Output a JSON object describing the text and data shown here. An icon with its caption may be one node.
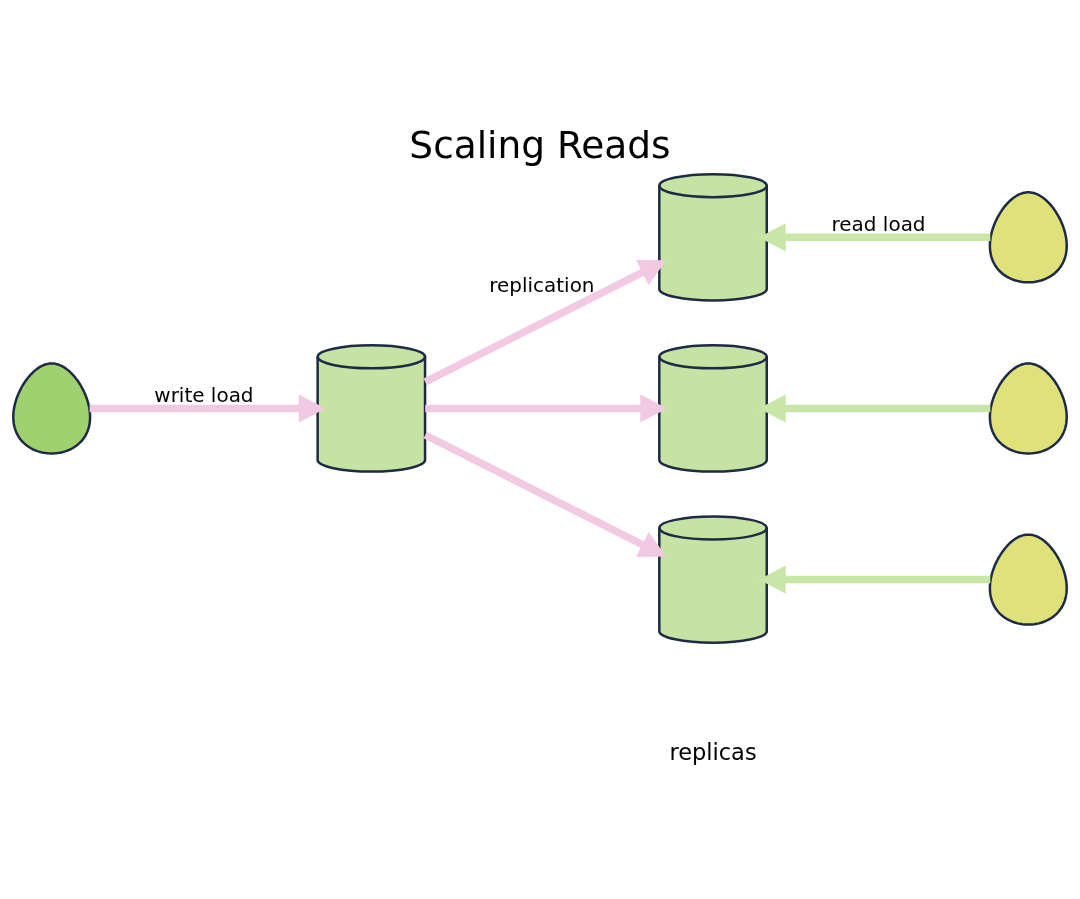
{
  "diagram": {
    "title": "Scaling Reads",
    "nodes": [
      {
        "text": [],
        "shape": "person"
      },
      {
        "text": [],
        "shape": "cylinder"
      },
      {
        "text": [],
        "shape": "cylinder"
      },
      {
        "text": [],
        "shape": "cylinder"
      },
      {
        "text": [],
        "shape": "cylinder"
      },
      {
        "text": [],
        "shape": "person"
      },
      {
        "text": [],
        "shape": "person"
      },
      {
        "text": [],
        "shape": "person"
      }
    ],
    "edges": [
      {
        "from": 0,
        "to": 1,
        "arrow": "to",
        "label": "write load"
      },
      {
        "from": 1,
        "to": 2,
        "arrow": "to",
        "label": "replication"
      },
      {
        "from": 1,
        "to": 3,
        "arrow": "to"
      },
      {
        "from": 1,
        "to": 4,
        "arrow": "to"
      },
      {
        "from": 5,
        "to": 2,
        "arrow": "to",
        "label": "read load",
        "color": "#c8e6a8"
      },
      {
        "from": 6,
        "to": 3,
        "arrow": "to",
        "color": "#c8e6a8"
      },
      {
        "from": 7,
        "to": 4,
        "arrow": "to",
        "color": "#c8e6a8"
      }
    ],
    "labels": [
      "replicas"
    ]
  }
}
